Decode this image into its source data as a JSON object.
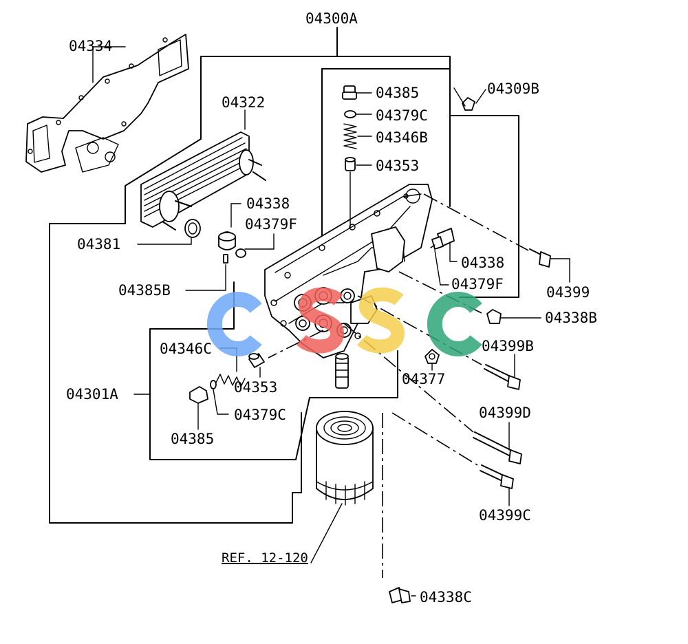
{
  "labels": {
    "kit_main": "04300A",
    "gasket": "04334",
    "cooler": "04322",
    "plug_top": "04338",
    "oring_top": "04379F",
    "oring_cooler": "04381",
    "pin": "04385B",
    "valve_plug_top": "04385",
    "valve_oring_top": "04379C",
    "valve_spring_top": "04346B",
    "valve_top": "04353",
    "clip": "04309B",
    "plug_side": "04338",
    "oring_side": "04379F",
    "bolt_a": "04399",
    "plug_b": "04338B",
    "bolt_b": "04399B",
    "washer": "04377",
    "bolt_d": "04399D",
    "bolt_c": "04399C",
    "kit_sub": "04301A",
    "spring_lower": "04346C",
    "valve_lower": "04353",
    "oring_lower": "04379C",
    "plug_lower": "04385",
    "drain_plug": "04338C",
    "filter_ref": "REF. 12-120"
  },
  "watermark": {
    "text": "CSSC",
    "colors": [
      "#6ea8f7",
      "#f0615c",
      "#f5cf4e",
      "#2fa679"
    ]
  }
}
